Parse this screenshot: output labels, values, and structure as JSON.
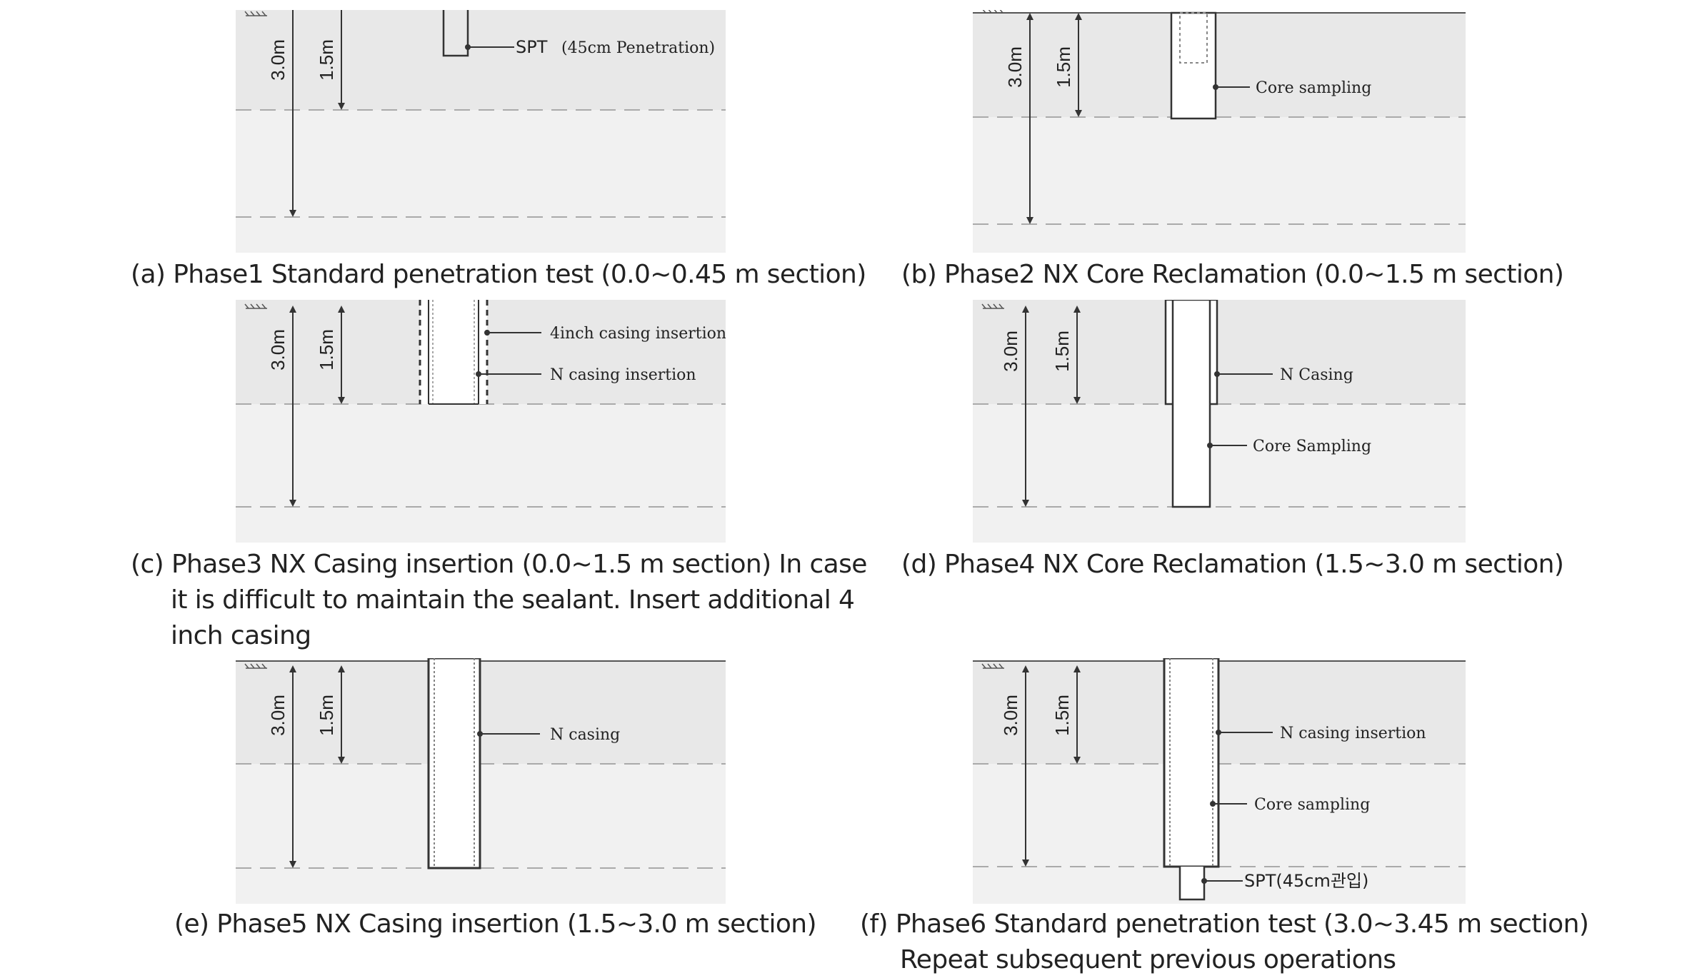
{
  "panels": {
    "a": {
      "caption_prefix": "(a)",
      "caption_lines": [
        "Phase1 Standard penetration test (0.0~0.45 m section)"
      ],
      "depth_total": "3.0m",
      "depth_half": "1.5m",
      "labels": {
        "spt": "SPT",
        "spt_detail": "(45cm Penetration)"
      }
    },
    "b": {
      "caption_prefix": "(b)",
      "caption_lines": [
        "Phase2 NX Core Reclamation (0.0~1.5 m section)"
      ],
      "depth_total": "3.0m",
      "depth_half": "1.5m",
      "labels": {
        "core": "Core sampling"
      }
    },
    "c": {
      "caption_prefix": "(c)",
      "caption_lines": [
        "Phase3 NX Casing insertion (0.0~1.5 m section) In case",
        "it is difficult to maintain the sealant. Insert additional 4",
        "inch casing"
      ],
      "depth_total": "3.0m",
      "depth_half": "1.5m",
      "labels": {
        "casing4": "4inch casing insertion",
        "ncasing": "N casing insertion"
      }
    },
    "d": {
      "caption_prefix": "(d)",
      "caption_lines": [
        "Phase4 NX Core Reclamation (1.5~3.0 m section)"
      ],
      "depth_total": "3.0m",
      "depth_half": "1.5m",
      "labels": {
        "ncasing": "N Casing",
        "core": "Core Sampling"
      }
    },
    "e": {
      "caption_prefix": "(e)",
      "caption_lines": [
        "Phase5 NX Casing insertion (1.5~3.0 m section)"
      ],
      "depth_total": "3.0m",
      "depth_half": "1.5m",
      "labels": {
        "ncasing": "N casing"
      }
    },
    "f": {
      "caption_prefix": "(f)",
      "caption_lines": [
        "Phase6 Standard penetration test (3.0~3.45 m section)",
        "Repeat subsequent previous operations"
      ],
      "depth_total": "3.0m",
      "depth_half": "1.5m",
      "labels": {
        "ncasing": "N casing insertion",
        "core": "Core sampling",
        "spt": "SPT(45cm관입)"
      }
    }
  },
  "colors": {
    "upper_layer": "#e8e8e8",
    "lower_layer": "#f1f1f1",
    "line": "#333333",
    "dash": "#aaaaaa"
  }
}
